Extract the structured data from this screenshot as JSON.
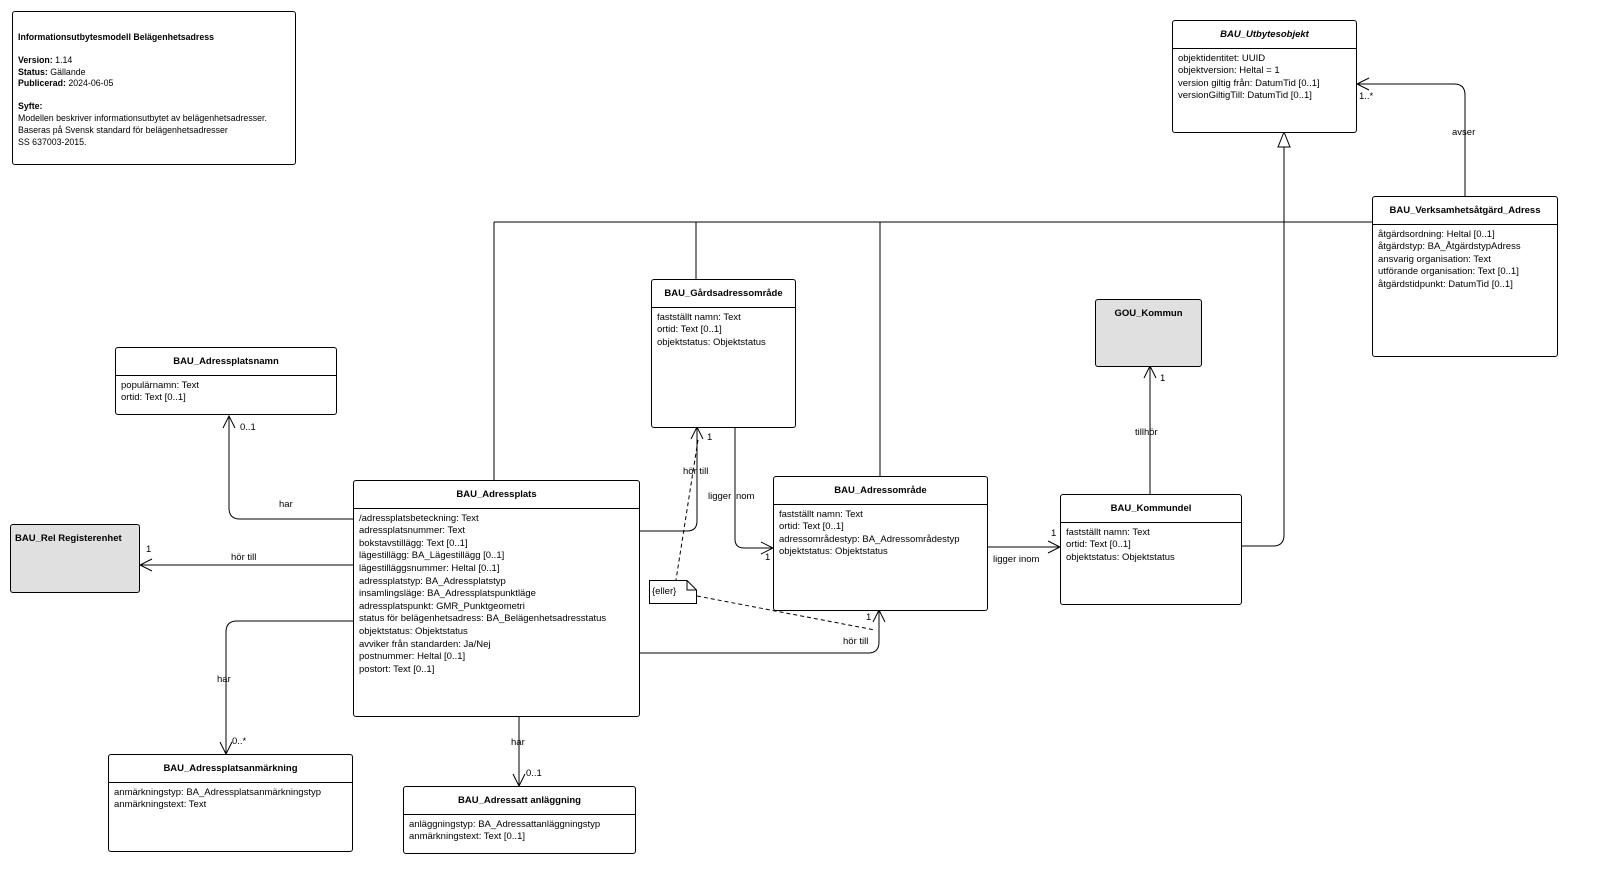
{
  "model_note": {
    "title": "Informationsutbytesmodell Belägenhetsadress",
    "version_label": "Version:",
    "version": "1.14",
    "status_label": "Status:",
    "status": "Gällande",
    "published_label": "Publicerad:",
    "published": "2024-06-05",
    "purpose_label": "Syfte:",
    "purpose_lines": [
      "Modellen beskriver informationsutbytet av belägenhetsadresser.",
      "Baseras på Svensk standard för belägenhetsadresser",
      "SS 637003-2015."
    ]
  },
  "classes": {
    "utbytesobjekt": {
      "name": "BAU_Utbytesobjekt",
      "attributes": [
        "objektidentitet: UUID",
        "objektversion: Heltal = 1",
        "version giltig från: DatumTid [0..1]",
        "versionGiltigTill: DatumTid [0..1]"
      ]
    },
    "verksamhetsatgard": {
      "name": "BAU_Verksamhetsåtgärd_Adress",
      "attributes": [
        "åtgärdsordning: Heltal [0..1]",
        "åtgärdstyp: BA_ÅtgärdstypAdress",
        "ansvarig organisation: Text",
        "utförande organisation: Text [0..1]",
        "åtgärdstidpunkt: DatumTid [0..1]"
      ]
    },
    "gardsadressomrade": {
      "name": "BAU_Gårdsadressområde",
      "attributes": [
        "fastställt namn: Text",
        "ortid: Text [0..1]",
        "objektstatus: Objektstatus"
      ]
    },
    "kommun": {
      "name": "GOU_Kommun",
      "attributes": []
    },
    "adressplatsnamn": {
      "name": "BAU_Adressplatsnamn",
      "attributes": [
        "populärnamn: Text",
        "ortid: Text [0..1]"
      ]
    },
    "registerenhet": {
      "name": "BAU_Rel Registerenhet",
      "attributes": []
    },
    "adressplats": {
      "name": "BAU_Adressplats",
      "attributes": [
        "/adressplatsbeteckning: Text",
        "adressplatsnummer: Text",
        "bokstavstillägg: Text [0..1]",
        "lägestillägg: BA_Lägestillägg [0..1]",
        "lägestilläggsnummer: Heltal [0..1]",
        "adressplatstyp: BA_Adressplatstyp",
        "insamlingsläge: BA_Adressplatspunktläge",
        "adressplatspunkt: GMR_Punktgeometri",
        "status för belägenhetsadress: BA_Belägenhetsadresstatus",
        "objektstatus: Objektstatus",
        "avviker från standarden: Ja/Nej",
        "postnummer: Heltal [0..1]",
        "postort: Text [0..1]"
      ]
    },
    "adressomrade": {
      "name": "BAU_Adressområde",
      "attributes": [
        "fastställt namn: Text",
        "ortid: Text [0..1]",
        "adressområdestyp: BA_Adressområdestyp",
        "objektstatus: Objektstatus"
      ]
    },
    "kommundel": {
      "name": "BAU_Kommundel",
      "attributes": [
        "fastställt namn: Text",
        "ortid: Text [0..1]",
        "objektstatus: Objektstatus"
      ]
    },
    "anmarkning": {
      "name": "BAU_Adressplatsanmärkning",
      "attributes": [
        "anmärkningstyp: BA_Adressplatsanmärkningstyp",
        "anmärkningstext: Text"
      ]
    },
    "anlaggning": {
      "name": "BAU_Adressatt anläggning",
      "attributes": [
        "anläggningstyp: BA_Adressattanläggningstyp",
        "anmärkningstext: Text [0..1]"
      ]
    }
  },
  "associations": {
    "avser": "avser",
    "avser_mult": "1..*",
    "tillhor": "tillhör",
    "tillhor_mult": "1",
    "har_namn": "har",
    "har_namn_mult": "0..1",
    "hor_till_reg": "hör till",
    "hor_till_reg_mult": "1",
    "hor_till_gard": "hör till",
    "hor_till_gard_mult": "1",
    "ligger_inom_gard": "ligger inom",
    "ligger_inom_gard_mult": "1",
    "hor_till_omr": "hör till",
    "hor_till_omr_mult": "1",
    "ligger_inom_komm": "ligger inom",
    "ligger_inom_komm_mult": "1",
    "har_anm": "har",
    "har_anm_mult": "0..*",
    "har_anl": "har",
    "har_anl_mult": "0..1"
  },
  "constraint_note": "{eller}"
}
